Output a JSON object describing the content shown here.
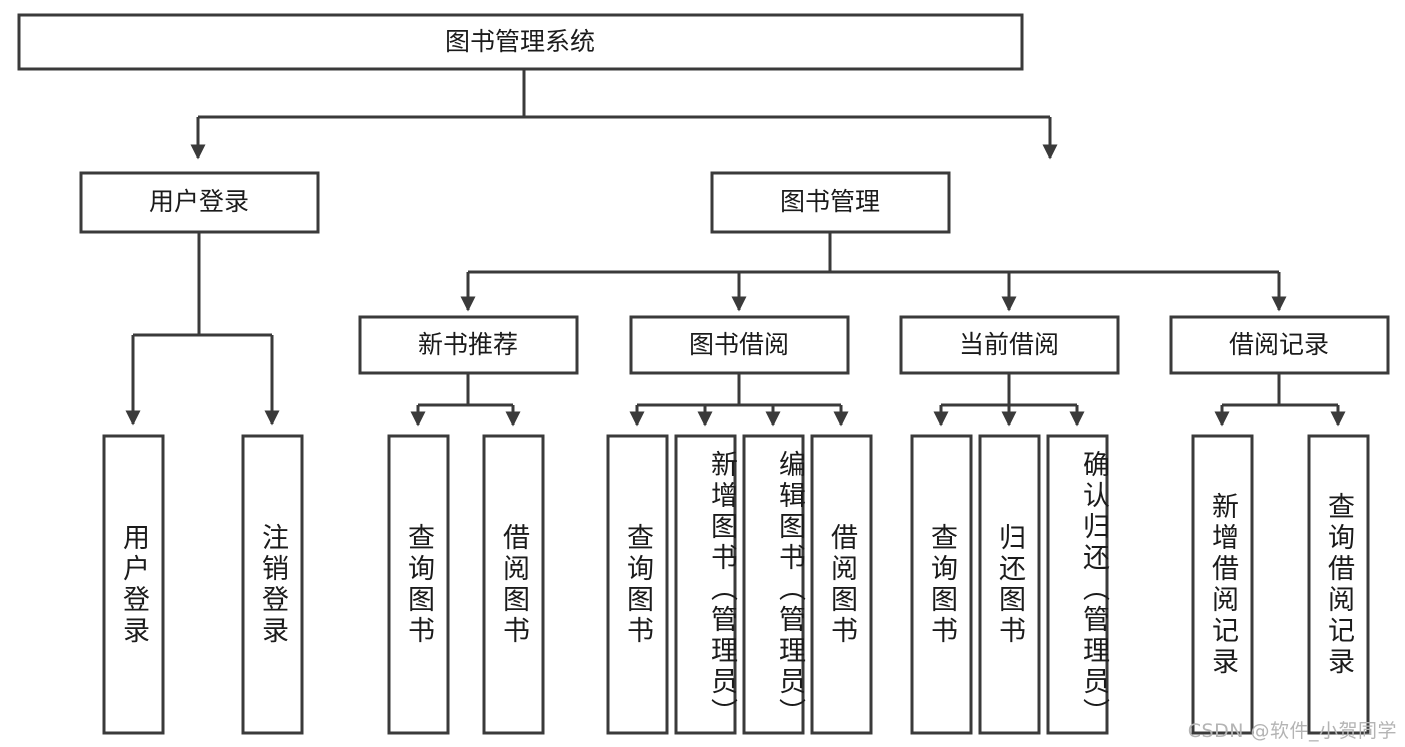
{
  "diagram": {
    "title": "图书管理系统",
    "watermark": "CSDN @软件_小贺同学",
    "colors": {
      "stroke": "#3a3a3a",
      "box_fill": "#ffffff",
      "text": "#1b1b1b",
      "background": "#ffffff",
      "watermark": "#b4b4b4"
    },
    "root": {
      "label": "图书管理系统"
    },
    "level2": [
      {
        "label": "用户登录"
      },
      {
        "label": "图书管理"
      }
    ],
    "level3": [
      {
        "label": "新书推荐"
      },
      {
        "label": "图书借阅"
      },
      {
        "label": "当前借阅"
      },
      {
        "label": "借阅记录"
      }
    ],
    "leaves": {
      "user_login": [
        {
          "label": "用户登录"
        },
        {
          "label": "注销登录"
        }
      ],
      "new_book_recommend": [
        {
          "label": "查询图书"
        },
        {
          "label": "借阅图书"
        }
      ],
      "book_borrow": [
        {
          "label": "查询图书"
        },
        {
          "label": "新增图书（管理员）"
        },
        {
          "label": "编辑图书（管理员）"
        },
        {
          "label": "借阅图书"
        }
      ],
      "current_borrow": [
        {
          "label": "查询图书"
        },
        {
          "label": "归还图书"
        },
        {
          "label": "确认归还（管理员）"
        }
      ],
      "borrow_records": [
        {
          "label": "新增借阅记录"
        },
        {
          "label": "查询借阅记录"
        }
      ]
    }
  }
}
